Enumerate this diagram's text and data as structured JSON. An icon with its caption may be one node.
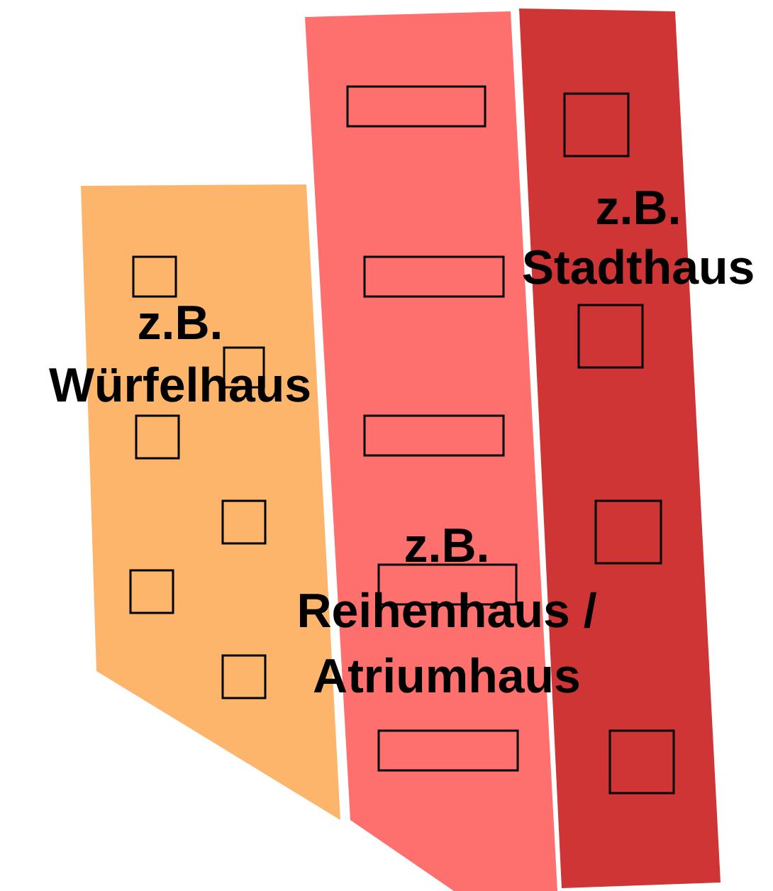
{
  "diagram": {
    "nodes": [
      {
        "text": [
          "z.B. Würfelhaus"
        ]
      },
      {
        "text": [
          "z.B. Reihenhaus / Atriumhaus"
        ]
      },
      {
        "text": [
          "z.B. Stadthaus"
        ]
      }
    ]
  }
}
